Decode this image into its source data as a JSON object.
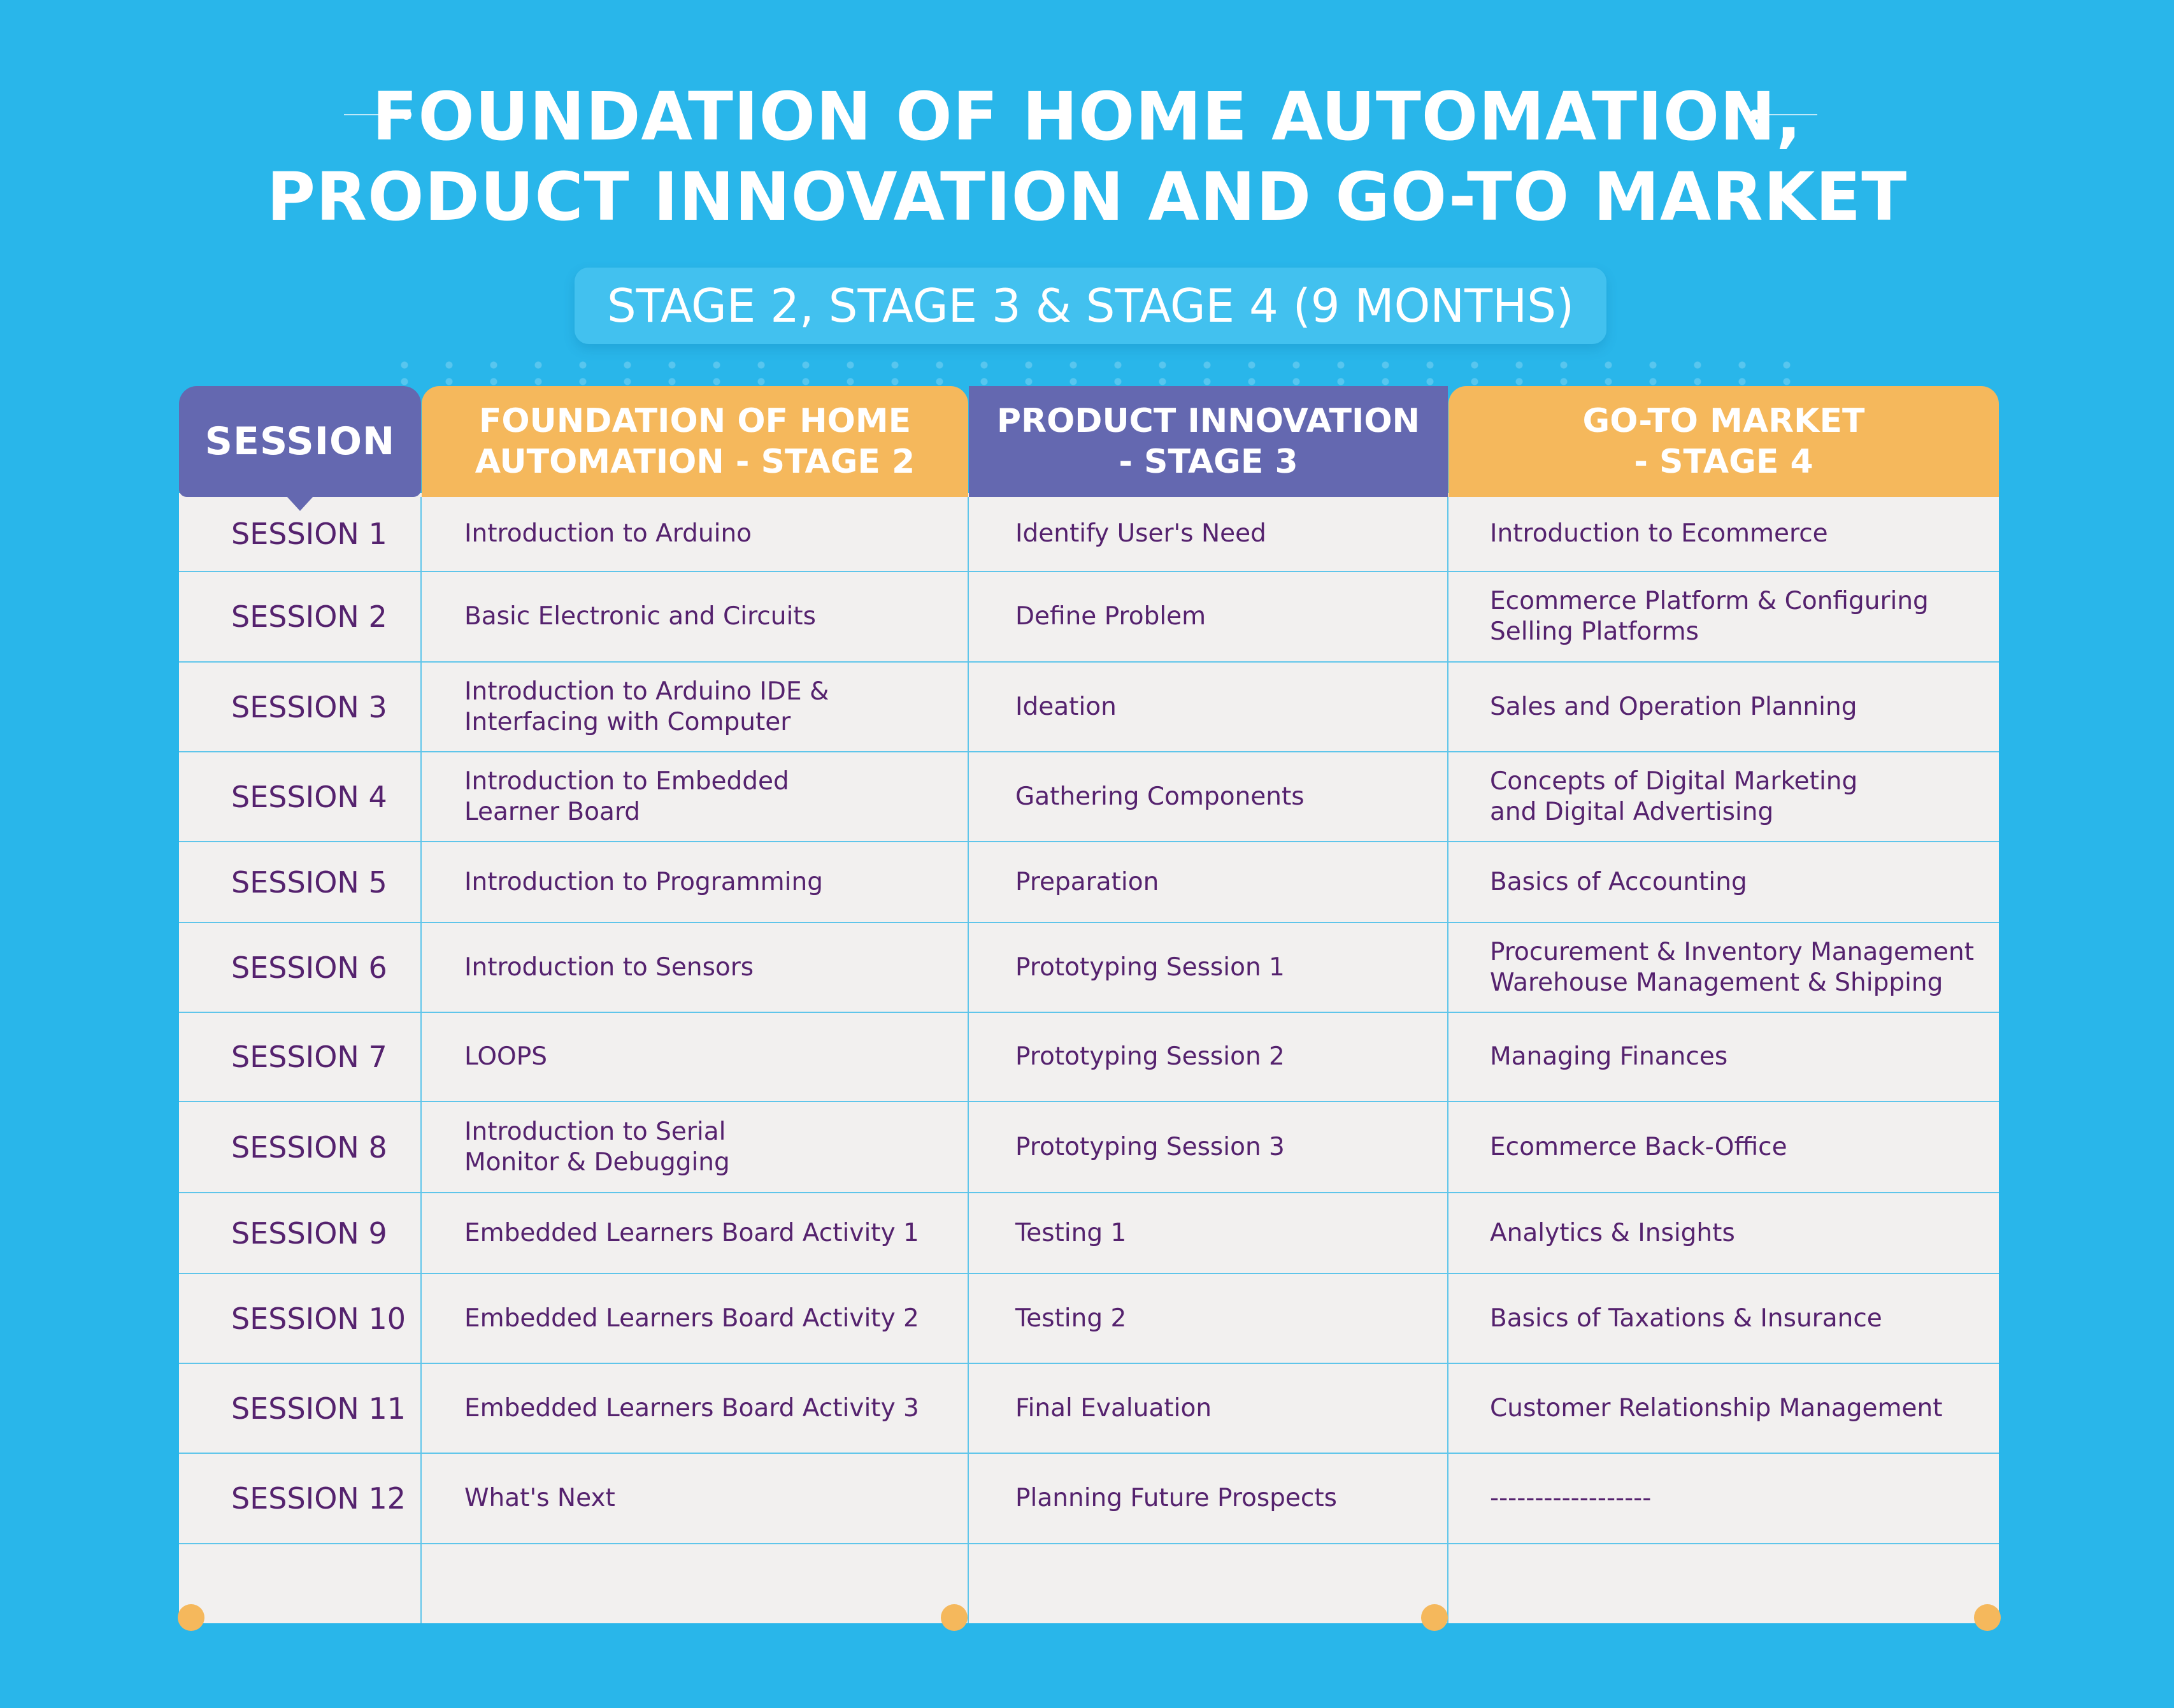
{
  "title": {
    "line1": "FOUNDATION OF HOME AUTOMATION,",
    "line2": "PRODUCT INNOVATION AND GO-TO MARKET"
  },
  "subtitle": "STAGE 2, STAGE 3 & STAGE 4 (9 MONTHS)",
  "colors": {
    "background": "#29b6ea",
    "purple_header": "#6468b0",
    "orange_header": "#f5b85c",
    "cell_bg": "#f2f0ef",
    "text": "#55226e",
    "grid_line": "#5fc5ea"
  },
  "table": {
    "headers": {
      "session": "SESSION",
      "stage2": "FOUNDATION OF HOME\nAUTOMATION - STAGE 2",
      "stage3": "PRODUCT INNOVATION\n- STAGE 3",
      "stage4": "GO-TO MARKET\n- STAGE 4"
    },
    "rows": [
      {
        "session": "SESSION 1",
        "stage2": "Introduction to Arduino",
        "stage3": "Identify User's Need",
        "stage4": "Introduction to Ecommerce"
      },
      {
        "session": "SESSION 2",
        "stage2": "Basic Electronic and Circuits",
        "stage3": "Define Problem",
        "stage4": "Ecommerce Platform & Configuring\nSelling Platforms"
      },
      {
        "session": "SESSION 3",
        "stage2": "Introduction to Arduino IDE &\nInterfacing with Computer",
        "stage3": "Ideation",
        "stage4": "Sales and Operation Planning"
      },
      {
        "session": "SESSION 4",
        "stage2": "Introduction to Embedded\nLearner Board",
        "stage3": "Gathering Components",
        "stage4": "Concepts of Digital Marketing\nand Digital Advertising"
      },
      {
        "session": "SESSION 5",
        "stage2": "Introduction to Programming",
        "stage3": "Preparation",
        "stage4": "Basics of Accounting"
      },
      {
        "session": "SESSION 6",
        "stage2": "Introduction to Sensors",
        "stage3": "Prototyping Session 1",
        "stage4": "Procurement & Inventory Management\n Warehouse Management & Shipping"
      },
      {
        "session": "SESSION 7",
        "stage2": "LOOPS",
        "stage3": "Prototyping Session 2",
        "stage4": "Managing Finances"
      },
      {
        "session": "SESSION 8",
        "stage2": "Introduction to Serial\nMonitor & Debugging",
        "stage3": "Prototyping Session 3",
        "stage4": "Ecommerce Back-Office"
      },
      {
        "session": "SESSION 9",
        "stage2": "Embedded Learners Board Activity 1",
        "stage3": "Testing 1",
        "stage4": "Analytics & Insights"
      },
      {
        "session": "SESSION 10",
        "stage2": "Embedded Learners Board Activity 2",
        "stage3": "Testing 2",
        "stage4": "Basics of Taxations & Insurance"
      },
      {
        "session": "SESSION 11",
        "stage2": "Embedded Learners Board Activity 3",
        "stage3": "Final Evaluation",
        "stage4": "Customer Relationship Management"
      },
      {
        "session": "SESSION 12",
        "stage2": "What's Next",
        "stage3": "Planning Future Prospects",
        "stage4": "  ------------------"
      }
    ]
  }
}
